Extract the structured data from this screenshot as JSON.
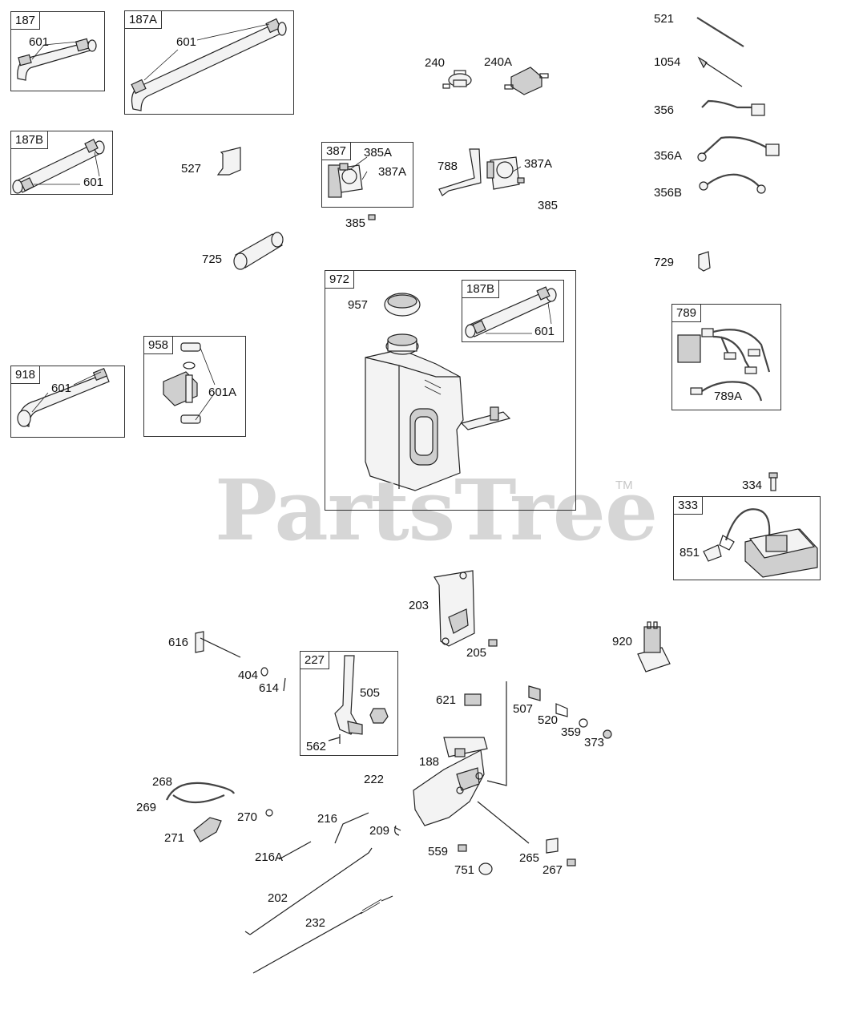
{
  "watermark": {
    "text": "PartsTree",
    "trademark": "TM"
  },
  "groups": {
    "g187": {
      "label": "187",
      "parts": [
        "601"
      ]
    },
    "g187a": {
      "label": "187A",
      "parts": [
        "601"
      ]
    },
    "g187b": {
      "label": "187B",
      "parts": [
        "601"
      ]
    },
    "g387": {
      "label": "387",
      "parts": [
        "385A",
        "387A"
      ]
    },
    "g972": {
      "label": "972",
      "parts": [
        "957"
      ]
    },
    "g972_187b": {
      "label": "187B",
      "parts": [
        "601"
      ]
    },
    "g958": {
      "label": "958",
      "parts": [
        "601A"
      ]
    },
    "g918": {
      "label": "918",
      "parts": [
        "601"
      ]
    },
    "g789": {
      "label": "789",
      "parts": [
        "789A"
      ]
    },
    "g333": {
      "label": "333",
      "parts": [
        "851"
      ]
    },
    "g227": {
      "label": "227",
      "parts": [
        "505",
        "562"
      ]
    }
  },
  "parts": {
    "p240": "240",
    "p240a": "240A",
    "p521": "521",
    "p1054": "1054",
    "p356": "356",
    "p356a": "356A",
    "p356b": "356B",
    "p527": "527",
    "p385": "385",
    "p788": "788",
    "p387a": "387A",
    "p385b": "385",
    "p725": "725",
    "p729": "729",
    "p334": "334",
    "p203": "203",
    "p205": "205",
    "p920": "920",
    "p616": "616",
    "p404": "404",
    "p614": "614",
    "p621": "621",
    "p507": "507",
    "p520": "520",
    "p359": "359",
    "p373": "373",
    "p188": "188",
    "p222": "222",
    "p268": "268",
    "p269": "269",
    "p270": "270",
    "p271": "271",
    "p216": "216",
    "p209": "209",
    "p216a": "216A",
    "p559": "559",
    "p751": "751",
    "p265": "265",
    "p267": "267",
    "p202": "202",
    "p232": "232"
  }
}
